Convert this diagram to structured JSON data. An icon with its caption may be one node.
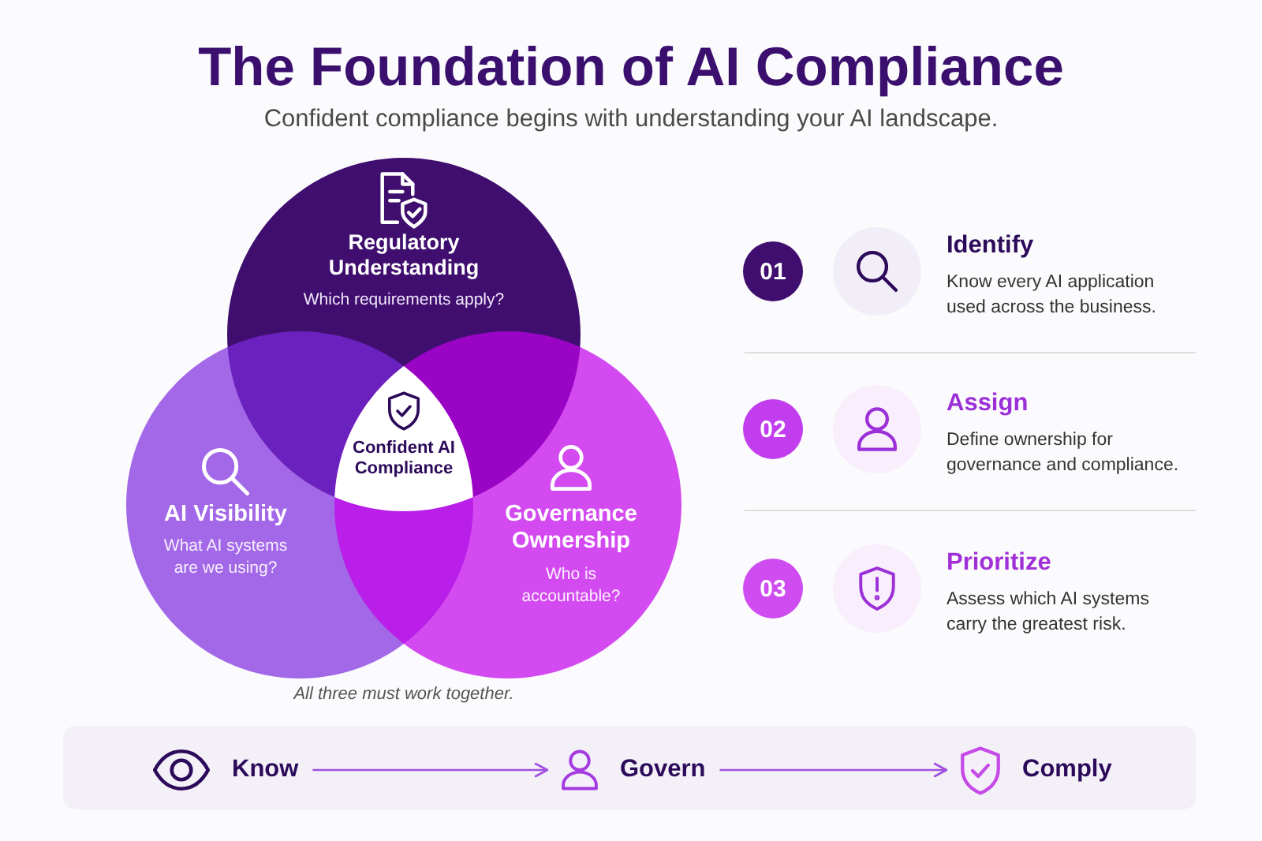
{
  "diagram": {
    "title": "The Foundation of AI Compliance",
    "nodes": [
      {
        "text": [
          "Regulatory Understanding",
          "Which requirements apply?"
        ]
      },
      {
        "text": [
          "AI Visibility",
          "What AI systems are we using?"
        ]
      },
      {
        "text": [
          "Confident AI Compliance"
        ]
      },
      {
        "text": [
          "Governance Ownership",
          "Who is accountable?"
        ]
      },
      {
        "text": [
          "01"
        ],
        "beside": [
          "Identify",
          "Know every AI application used across the business."
        ]
      },
      {
        "text": [
          "02"
        ],
        "beside": [
          "Assign",
          "Define ownership for governance and compliance."
        ]
      },
      {
        "text": [
          "03"
        ],
        "beside": [
          "Prioritize",
          "Assess which AI systems carry the greatest risk."
        ]
      },
      {
        "text": [
          "Know"
        ]
      },
      {
        "text": [
          "Govern"
        ]
      },
      {
        "text": [
          "Comply"
        ]
      }
    ],
    "edges": [
      {
        "from": 7,
        "to": 8,
        "arrow": "to"
      },
      {
        "from": 8,
        "to": 9,
        "arrow": "to"
      }
    ],
    "labels": [
      "Confident compliance begins with understanding your AI landscape.",
      "All three must work together."
    ]
  }
}
